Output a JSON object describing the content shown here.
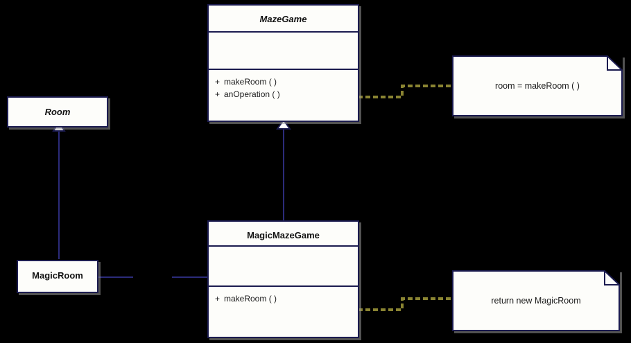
{
  "diagram": {
    "title": "Factory Method UML class diagram",
    "background_color": "#000000",
    "box_fill": "#fdfdfa",
    "box_border": "#1b1b4f",
    "note_link_color": "#8a8432",
    "generalization_color": "#2b2b7a"
  },
  "classes": [
    {
      "id": "room",
      "name": "Room",
      "stereotype": "abstract",
      "attributes": [],
      "operations": []
    },
    {
      "id": "magic-room",
      "name": "MagicRoom",
      "stereotype": "concrete",
      "attributes": [],
      "operations": []
    },
    {
      "id": "maze-game",
      "name": "MazeGame",
      "stereotype": "abstract",
      "attributes": [],
      "operations": [
        {
          "visibility": "+",
          "label": "makeRoom  ( )"
        },
        {
          "visibility": "+",
          "label": "anOperation ( )"
        }
      ]
    },
    {
      "id": "magic-maze-game",
      "name": "MagicMazeGame",
      "stereotype": "concrete",
      "attributes": [],
      "operations": [
        {
          "visibility": "+",
          "label": "makeRoom  ( )"
        }
      ]
    }
  ],
  "notes": [
    {
      "id": "note-make-room",
      "text": "room = makeRoom ( )"
    },
    {
      "id": "note-return-magic-room",
      "text": "return new MagicRoom"
    }
  ],
  "relationships": [
    {
      "id": "rel-room-generalization",
      "type": "generalization",
      "from": "MagicRoom",
      "to": "Room"
    },
    {
      "id": "rel-mazegame-generalization",
      "type": "generalization",
      "from": "MagicMazeGame",
      "to": "MazeGame"
    },
    {
      "id": "rel-note-mazegame",
      "type": "note-anchor",
      "from": "room = makeRoom ( )",
      "to": "MazeGame"
    },
    {
      "id": "rel-note-magicmazegame",
      "type": "note-anchor",
      "from": "return new MagicRoom",
      "to": "MagicMazeGame"
    },
    {
      "id": "rel-magicroom-magicmazegame",
      "type": "association",
      "from": "MagicRoom",
      "to": "MagicMazeGame"
    }
  ],
  "watermark": {
    "text": ""
  }
}
